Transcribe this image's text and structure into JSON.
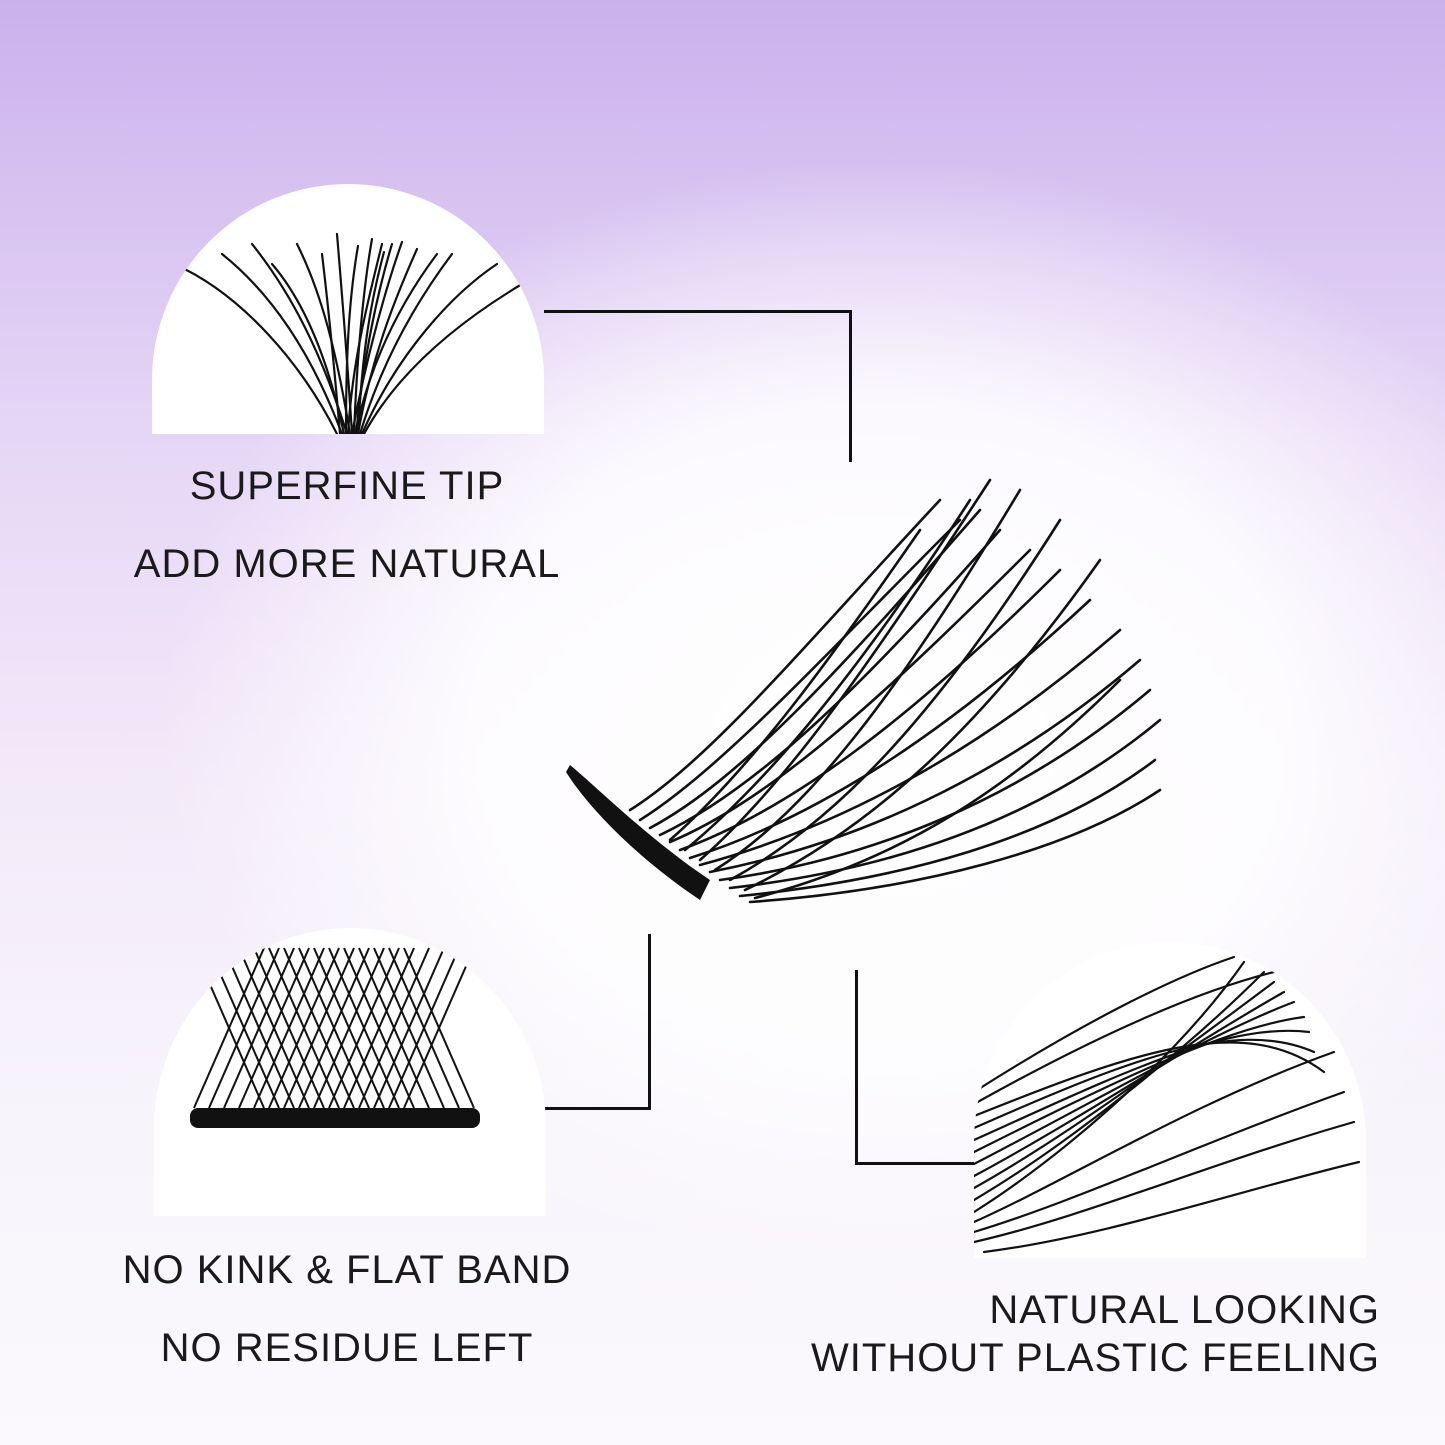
{
  "features": {
    "tip": {
      "line1": "SUPERFINE TIP",
      "line2": "ADD MORE NATURAL"
    },
    "band": {
      "line1": "NO KINK & FLAT BAND",
      "line2": "NO RESIDUE LEFT"
    },
    "natural": {
      "line1": "NATURAL LOOKING",
      "line2": "WITHOUT PLASTIC FEELING"
    }
  },
  "colors": {
    "background_top": "#cbb1ec",
    "background_bottom": "#fbf9fd",
    "lash": "#111111",
    "callout": "#ffffff"
  }
}
